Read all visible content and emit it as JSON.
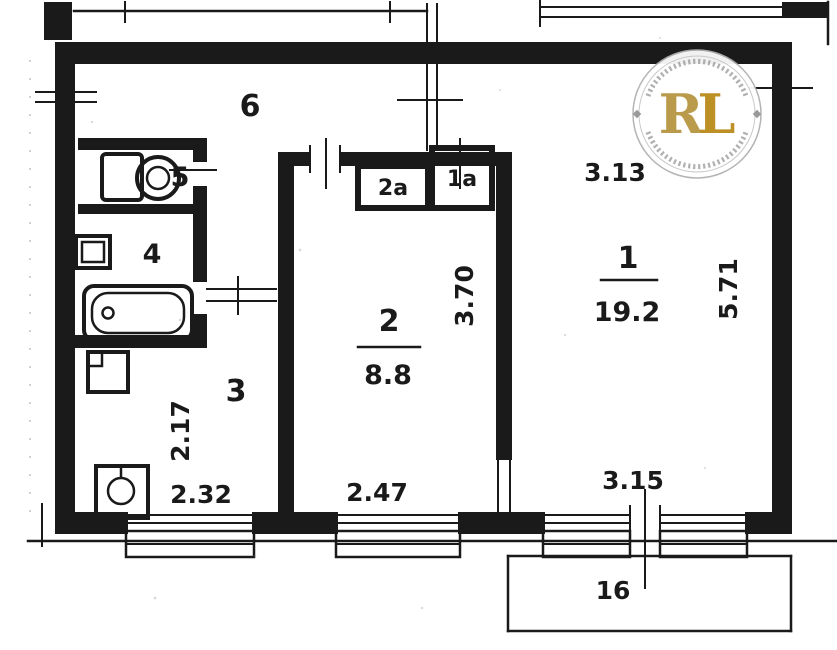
{
  "plan_labels": {
    "room6": "6",
    "room5": "5",
    "room4": "4",
    "room3": "3",
    "room2": "2",
    "room2_area": "8.8",
    "room1": "1",
    "room1_area": "19.2",
    "closet_2a": "2a",
    "closet_1a": "1a",
    "balcony": "16"
  },
  "dimensions": {
    "top_right_width": "3.13",
    "right_height": "5.71",
    "room2_height": "3.70",
    "corridor_height": "2.17",
    "bottom_left_width": "2.32",
    "room2_width": "2.47",
    "window_right_width": "3.15"
  },
  "watermark": {
    "letter_r": "R",
    "letter_l": "L"
  },
  "colors": {
    "ink": "#1a1a1a",
    "gold": "#bd9026",
    "gold_dark": "#a8831f",
    "paper": "#ffffff"
  }
}
